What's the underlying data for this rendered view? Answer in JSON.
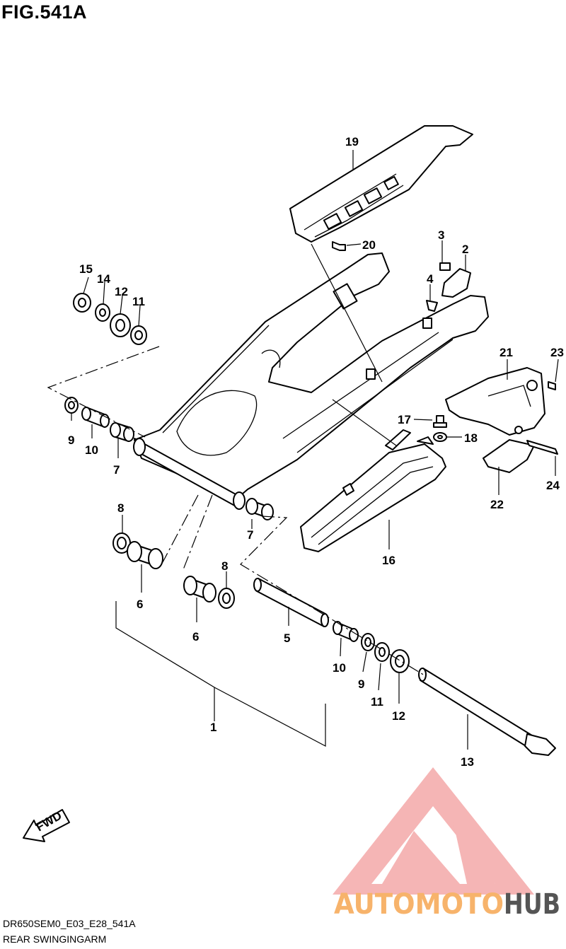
{
  "figure": {
    "title": "FIG.541A"
  },
  "callouts": {
    "p1": "1",
    "p2": "2",
    "p3": "3",
    "p4": "4",
    "p5": "5",
    "p6a": "6",
    "p6b": "6",
    "p7a": "7",
    "p7b": "7",
    "p8a": "8",
    "p8b": "8",
    "p9a": "9",
    "p9b": "9",
    "p10a": "10",
    "p10b": "10",
    "p11a": "11",
    "p11b": "11",
    "p12a": "12",
    "p12b": "12",
    "p13": "13",
    "p14": "14",
    "p15": "15",
    "p16": "16",
    "p17": "17",
    "p18": "18",
    "p19": "19",
    "p20": "20",
    "p21": "21",
    "p22": "22",
    "p23": "23",
    "p24": "24"
  },
  "fwd_label": "FWD",
  "footer": {
    "code": "DR650SEM0_E03_E28_541A",
    "name": "REAR SWINGINGARM"
  },
  "watermark": {
    "part1": "AUTOMOTO",
    "part2": "HUB",
    "colors": {
      "accent": "#f0a0a0",
      "orange": "#f7b36b",
      "dark": "#555555"
    }
  }
}
